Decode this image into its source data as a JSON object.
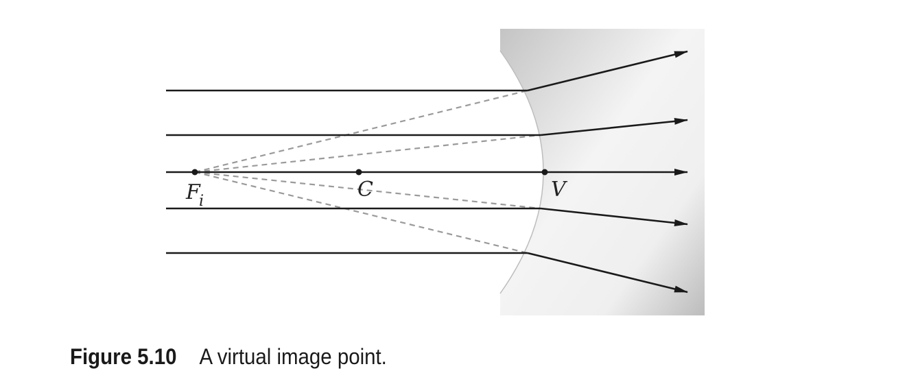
{
  "figure": {
    "number": "Figure 5.10",
    "caption": "A virtual image point."
  },
  "points": {
    "focal": {
      "label": "F",
      "subscript": "i"
    },
    "center": {
      "label": "C"
    },
    "vertex": {
      "label": "V"
    }
  },
  "colors": {
    "ray": "#1a1a1a",
    "virtual_ray": "#9a9a9a",
    "mirror_dark": "#c4c4c4",
    "mirror_light": "#f4f4f4",
    "mirror_edge": "#bdbdbd"
  }
}
